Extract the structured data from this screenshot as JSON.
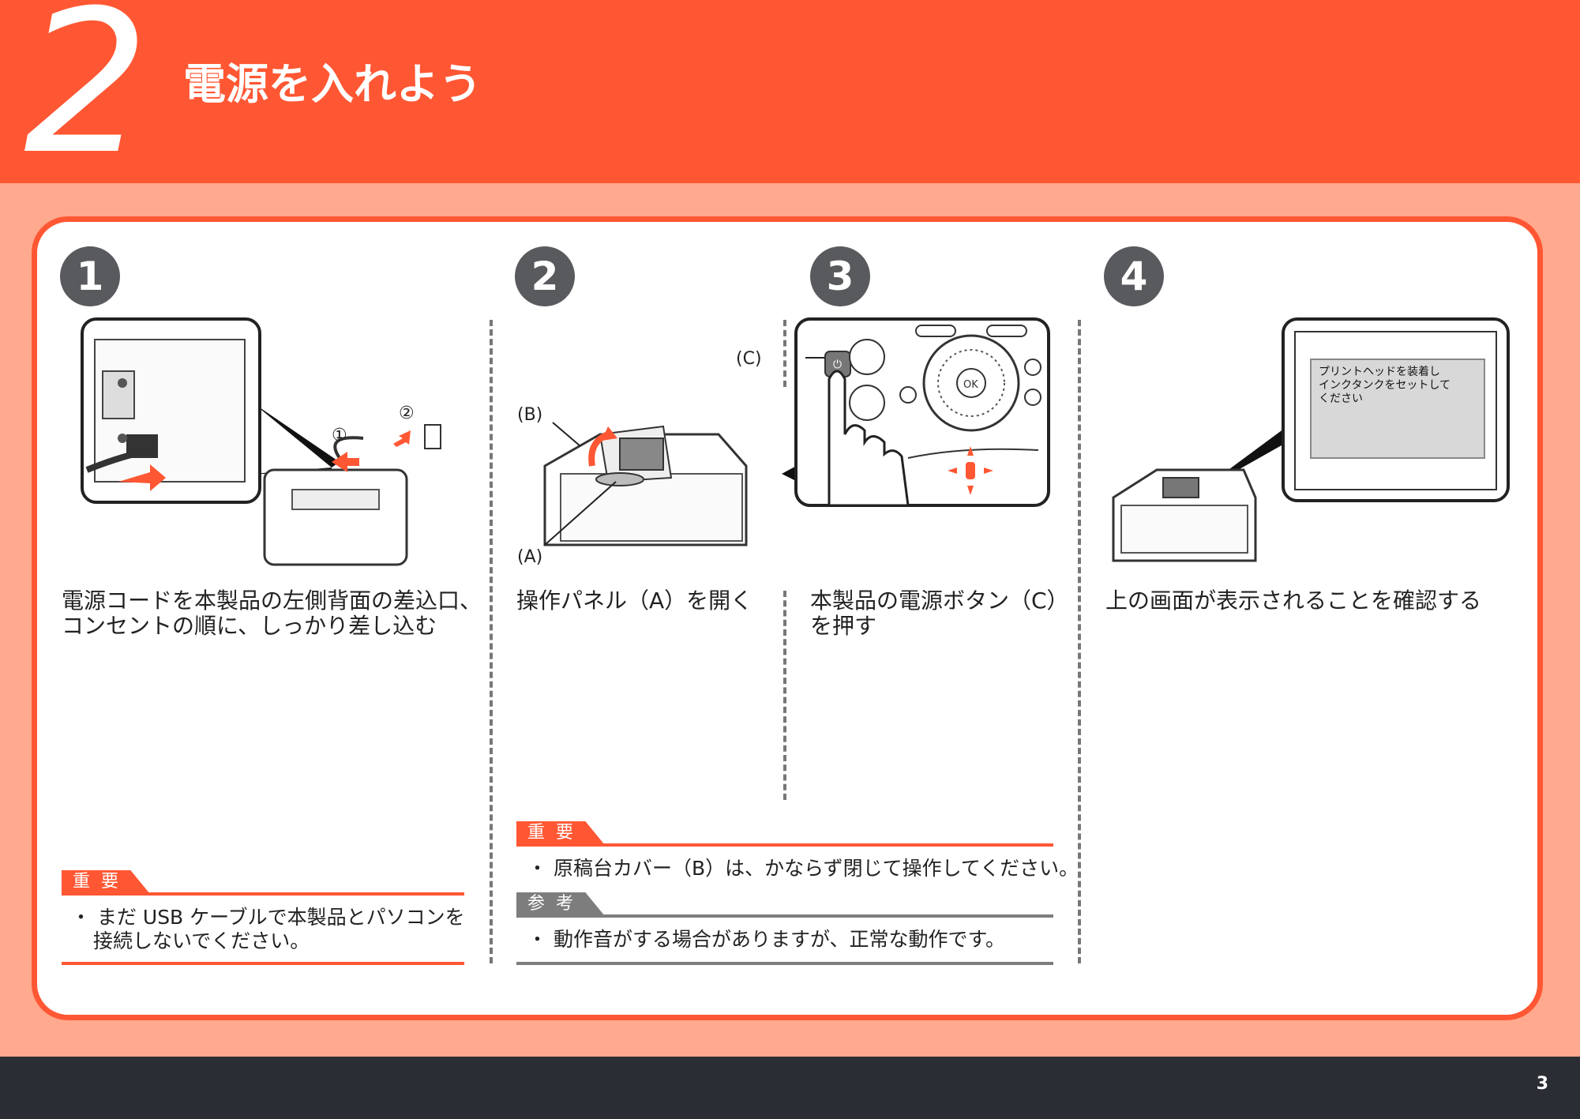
{
  "header": {
    "number": "2",
    "title": "電源を入れよう"
  },
  "steps": [
    {
      "number": "1",
      "text_line1": "電源コードを本製品の左側背面の差込口、",
      "text_line2": "コンセントの順に、しっかり差し込む",
      "callout1": "①",
      "callout2": "②"
    },
    {
      "number": "2",
      "text": "操作パネル（A）を開く",
      "label_a": "(A)",
      "label_b": "(B)"
    },
    {
      "number": "3",
      "text_line1": "本製品の電源ボタン（C）",
      "text_line2": "を押す",
      "label_c": "(C)",
      "ok_label": "OK"
    },
    {
      "number": "4",
      "text": "上の画面が表示されることを確認する",
      "screen_line1": "プリントヘッドを装着し",
      "screen_line2": "インクタンクをセットして",
      "screen_line3": "ください"
    }
  ],
  "notes": {
    "left": {
      "label": "重要",
      "line1": "・ まだ USB ケーブルで本製品とパソコンを",
      "line2": "接続しないでください。"
    },
    "middle_important": {
      "label": "重要",
      "text": "・ 原稿台カバー（B）は、かならず閉じて操作してください。"
    },
    "middle_reference": {
      "label": "参考",
      "text": "・ 動作音がする場合がありますが、正常な動作です。"
    }
  },
  "footer": {
    "page": "3"
  },
  "colors": {
    "accent": "#ff5733",
    "background": "#ffa98e",
    "footer": "#2b2d35",
    "circle": "#595a5e",
    "reference_gray": "#7d7d7d"
  }
}
